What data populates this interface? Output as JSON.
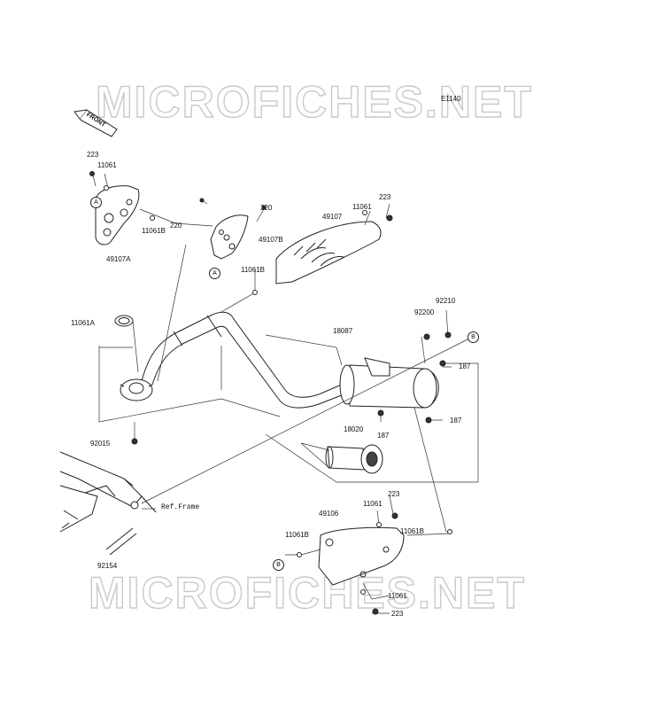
{
  "watermark": {
    "text": "MICROFICHES.NET"
  },
  "diagram_code": "E1140",
  "front_label": "FRONT",
  "ref_frame": "Ref.Frame",
  "callouts": {
    "a": "A",
    "b": "B"
  },
  "labels": {
    "p223_top": "223",
    "p11061_top": "11061",
    "p49107a": "49107A",
    "p11061b_left": "11061B",
    "p220_left": "220",
    "p220_right": "220",
    "p49107b": "49107B",
    "p11061b_mid": "11061B",
    "p49107": "49107",
    "p11061_right": "11061",
    "p223_right": "223",
    "p11061a": "11061A",
    "p18087": "18087",
    "p92200": "92200",
    "p92210": "92210",
    "p187_a": "187",
    "p187_b": "187",
    "p187_c": "187",
    "p18020": "18020",
    "p92015": "92015",
    "p92154": "92154",
    "p223_low": "223",
    "p11061_low": "11061",
    "p49106": "49106",
    "p11061b_low": "11061B",
    "p11061b_right": "11061B",
    "p11061_bottom": "11061",
    "p223_bottom": "223"
  }
}
